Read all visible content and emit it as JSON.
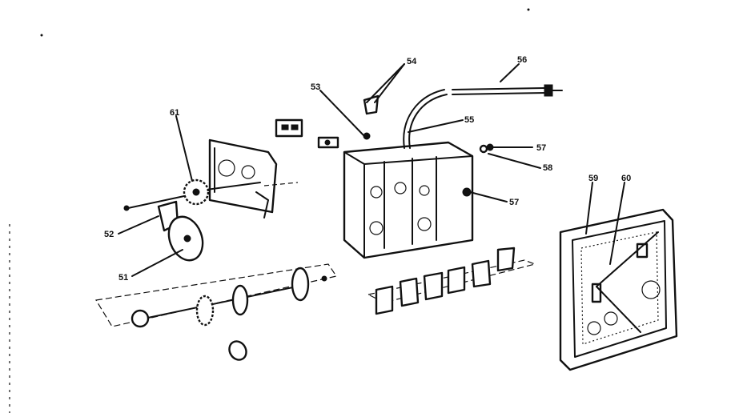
{
  "callouts": {
    "c53": "53",
    "c54": "54",
    "c55": "55",
    "c56": "56",
    "c57a": "57",
    "c57b": "57",
    "c58": "58",
    "c59": "59",
    "c60": "60",
    "c61": "61",
    "c51": "51",
    "c52": "52"
  },
  "ink_color": "#111111",
  "paper_color": "#ffffff"
}
